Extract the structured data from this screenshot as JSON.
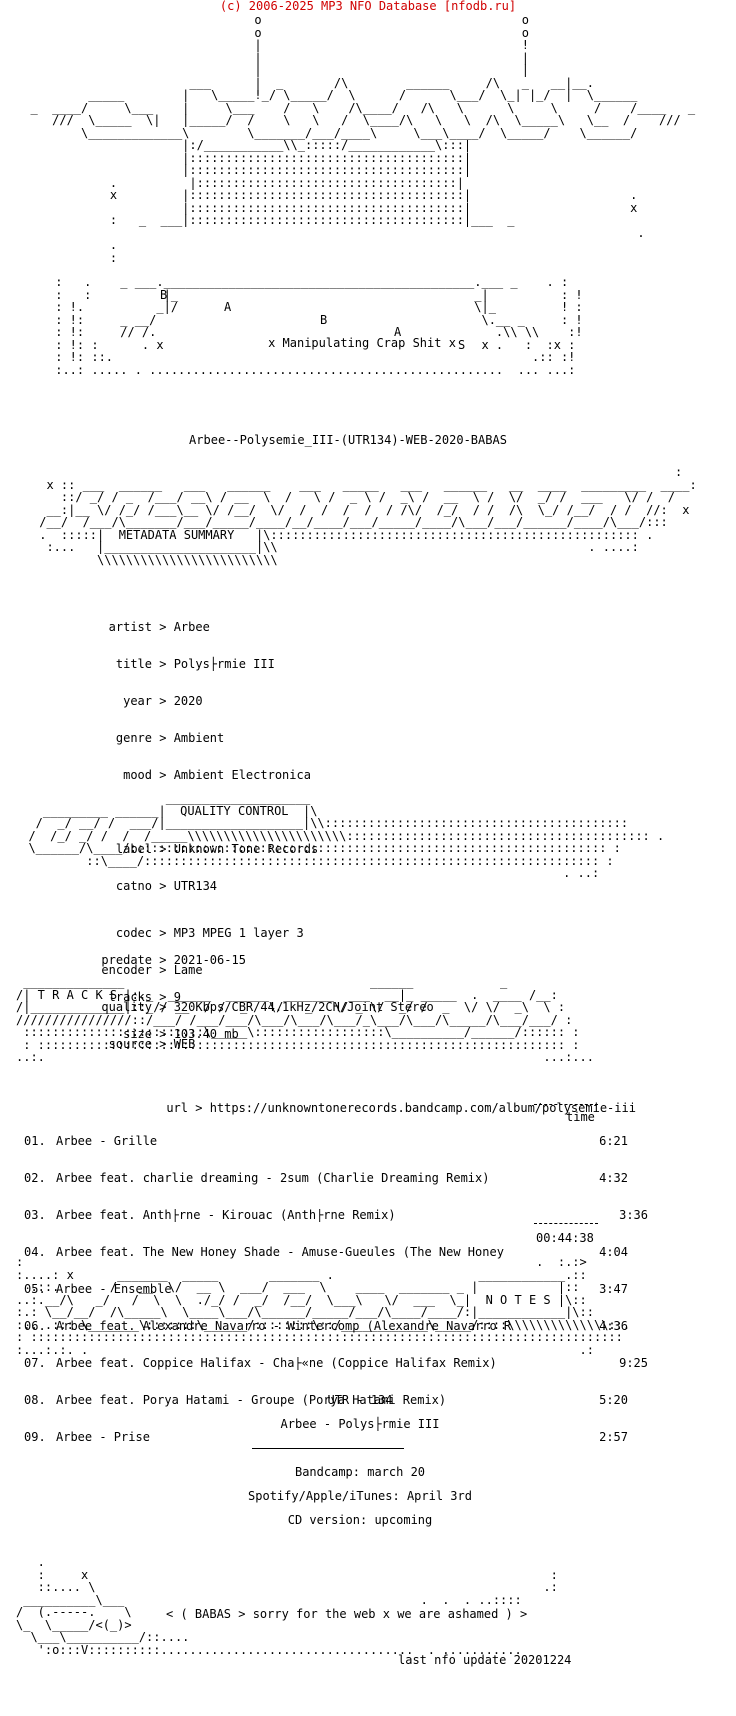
{
  "copyright": "(c) 2006-2025 MP3 NFO Database [nfodb.ru]",
  "header": {
    "group_letters": [
      "B",
      "A",
      "B",
      "A",
      "S"
    ],
    "tagline": "x Manipulating Crap Shit x",
    "release_name": "Arbee--Polysemie_III-(UTR134)-WEB-2020-BABAS"
  },
  "metadata": {
    "section_title": "METADATA SUMMARY",
    "rows": [
      {
        "key": "artist",
        "value": "Arbee"
      },
      {
        "key": "title",
        "value": "Polys├rmie III"
      },
      {
        "key": "year",
        "value": "2020"
      },
      {
        "key": "genre",
        "value": "Ambient"
      },
      {
        "key": "mood",
        "value": "Ambient Electronica"
      },
      {
        "key": "label",
        "value": "Unknown Tone Records"
      },
      {
        "key": "catno",
        "value": "UTR134"
      },
      {
        "key": "predate",
        "value": "2021-06-15"
      },
      {
        "key": "tracks",
        "value": "9"
      },
      {
        "key": "size",
        "value": "103.40 mb"
      }
    ],
    "url_key": "url",
    "url_value": "https://unknowntonerecords.bandcamp.com/album/polysemie-iii"
  },
  "quality": {
    "section_title": "QUALITY CONTROL",
    "rows": [
      {
        "key": "codec",
        "value": "MP3 MPEG 1 layer 3"
      },
      {
        "key": "encoder",
        "value": "Lame"
      },
      {
        "key": "quality",
        "value": "320Kbps/CBR/44.1kHz/2CH/Joint Stereo"
      },
      {
        "key": "source",
        "value": "WEB"
      }
    ]
  },
  "tracks": {
    "section_title": "T R A C K S",
    "time_header": "time",
    "list": [
      {
        "num": "01.",
        "title": "Arbee - Grille",
        "time": "6:21"
      },
      {
        "num": "02.",
        "title": "Arbee feat. charlie dreaming - 2sum (Charlie Dreaming Remix)",
        "time": "4:32"
      },
      {
        "num": "03.",
        "title": "Arbee feat. Anth├rne - Kirouac (Anth├rne Remix)",
        "time": "3:36"
      },
      {
        "num": "04.",
        "title": "Arbee feat. The New Honey Shade - Amuse-Gueules (The New Honey",
        "time": "4:04"
      },
      {
        "num": "05.",
        "title": "Arbee - Ensemble",
        "time": "3:47"
      },
      {
        "num": "06.",
        "title": "Arbee feat. Alexandre Navarro - Wintercomp (Alexandre Navarro R",
        "time": "4:36"
      },
      {
        "num": "07.",
        "title": "Arbee feat. Coppice Halifax - Cha├«ne (Coppice Halifax Remix)",
        "time": "9:25"
      },
      {
        "num": "08.",
        "title": "Arbee feat. Porya Hatami - Groupe (Porya Hatami Remix)",
        "time": "5:20"
      },
      {
        "num": "09.",
        "title": "Arbee - Prise",
        "time": "2:57"
      }
    ],
    "total": "00:44:38"
  },
  "notes": {
    "section_title": "N O T E S",
    "lines": [
      "UTR - 134",
      "Arbee - Polys├rmie III",
      "Bandcamp: march 20",
      "Spotify/Apple/iTunes: April 3rd",
      "CD version: upcoming"
    ]
  },
  "footer": {
    "message": "< ( BABAS > sorry for the web x we are ashamed ) >",
    "last_update": "last nfo update 20201224"
  }
}
